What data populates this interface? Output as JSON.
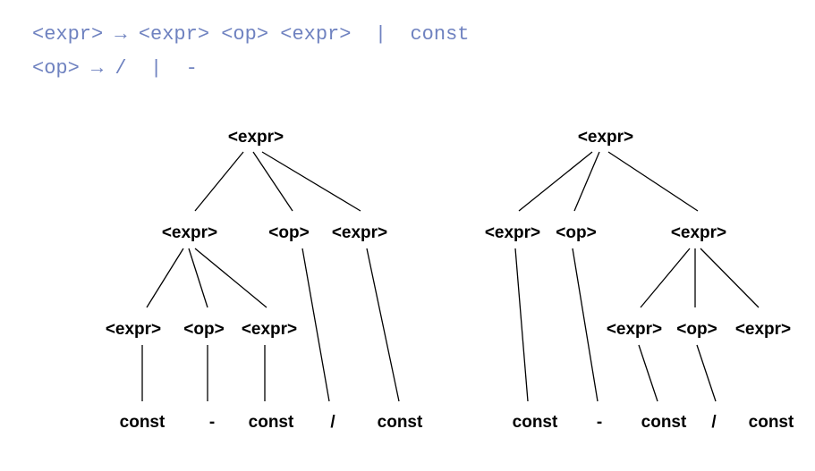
{
  "grammar": {
    "line1": "<expr> → <expr> <op> <expr>  |  const",
    "line2": "<op> → /  |  -"
  },
  "tree_left": {
    "root": "<expr>",
    "level1": [
      "<expr>",
      "<op>",
      "<expr>"
    ],
    "level2": [
      "<expr>",
      "<op>",
      "<expr>"
    ],
    "leaves": [
      "const",
      "-",
      "const",
      "/",
      "const"
    ]
  },
  "tree_right": {
    "root": "<expr>",
    "level1": [
      "<expr>",
      "<op>",
      "<expr>"
    ],
    "level2": [
      "<expr>",
      "<op>",
      "<expr>"
    ],
    "leaves": [
      "const",
      "-",
      "const",
      "/",
      "const"
    ]
  }
}
